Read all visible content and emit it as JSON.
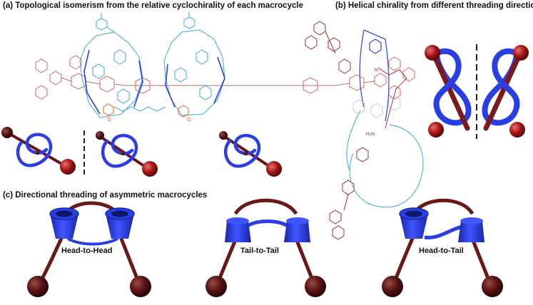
{
  "panels": {
    "a": {
      "title": "(a) Topological isomerism from the relative cyclochirality of each macrocycle"
    },
    "b": {
      "title": "(b) Helical chirality from different threading directions"
    },
    "c": {
      "title": "(c) Directional threading of asymmetric macrocycles"
    }
  },
  "threading": {
    "labels": [
      "Head-to-Head",
      "Tail-to-Tail",
      "Head-to-Tail"
    ]
  },
  "colors": {
    "macrocycle": "#2a3ee6",
    "macrocycle_dark": "#1a26a8",
    "axle": "#7a1a1a",
    "stopper": "#b01e1e",
    "chem_red": "#c96a6a",
    "chem_blue": "#3aa8d8",
    "chem_orange": "#e8641e"
  }
}
